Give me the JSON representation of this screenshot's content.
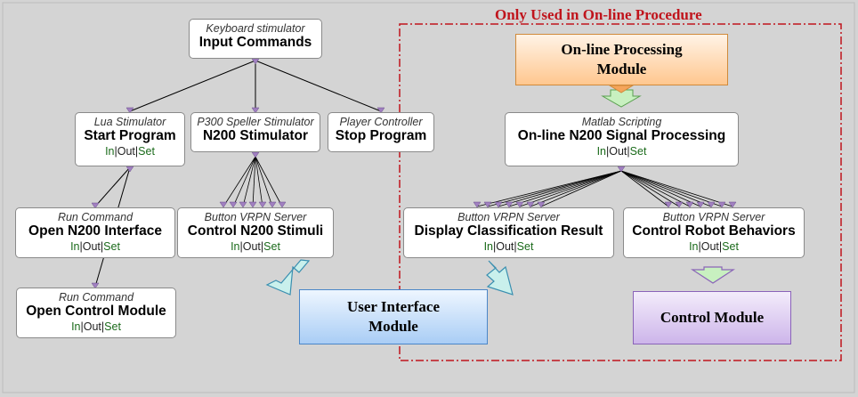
{
  "online_region": {
    "title": "Only Used in On-line Procedure",
    "border_color": "#c0141c"
  },
  "nodes": {
    "input_commands": {
      "sub": "Keyboard stimulator",
      "main": "Input Commands"
    },
    "start_program": {
      "sub": "Lua Stimulator",
      "main": "Start Program",
      "ports": [
        "In",
        "Out",
        "Set"
      ]
    },
    "n200_stimulator": {
      "sub": "P300 Speller Stimulator",
      "main": "N200 Stimulator"
    },
    "stop_program": {
      "sub": "Player Controller",
      "main": "Stop Program"
    },
    "open_n200": {
      "sub": "Run Command",
      "main": "Open N200 Interface",
      "ports": [
        "In",
        "Out",
        "Set"
      ]
    },
    "control_n200": {
      "sub": "Button VRPN Server",
      "main": "Control N200 Stimuli",
      "ports": [
        "In",
        "Out",
        "Set"
      ]
    },
    "open_control": {
      "sub": "Run Command",
      "main": "Open Control Module",
      "ports": [
        "In",
        "Out",
        "Set"
      ]
    },
    "online_n200": {
      "sub": "Matlab Scripting",
      "main": "On-line N200 Signal Processing",
      "ports": [
        "In",
        "Out",
        "Set"
      ]
    },
    "display_result": {
      "sub": "Button VRPN Server",
      "main": "Display Classification Result",
      "ports": [
        "In",
        "Out",
        "Set"
      ]
    },
    "control_robot": {
      "sub": "Button VRPN Server",
      "main": "Control Robot Behaviors",
      "ports": [
        "In",
        "Out",
        "Set"
      ]
    }
  },
  "modules": {
    "online_processing": {
      "line1": "On-line Processing",
      "line2": "Module",
      "color": "#ffc78f"
    },
    "user_interface": {
      "line1": "User Interface",
      "line2": "Module",
      "color": "#a9cdf5"
    },
    "control": {
      "line1": "Control Module",
      "color": "#cdb5ea"
    }
  },
  "colors": {
    "in_port": "#1a6a1a",
    "connector": "#000000",
    "port_marker": "#a07fc0"
  }
}
